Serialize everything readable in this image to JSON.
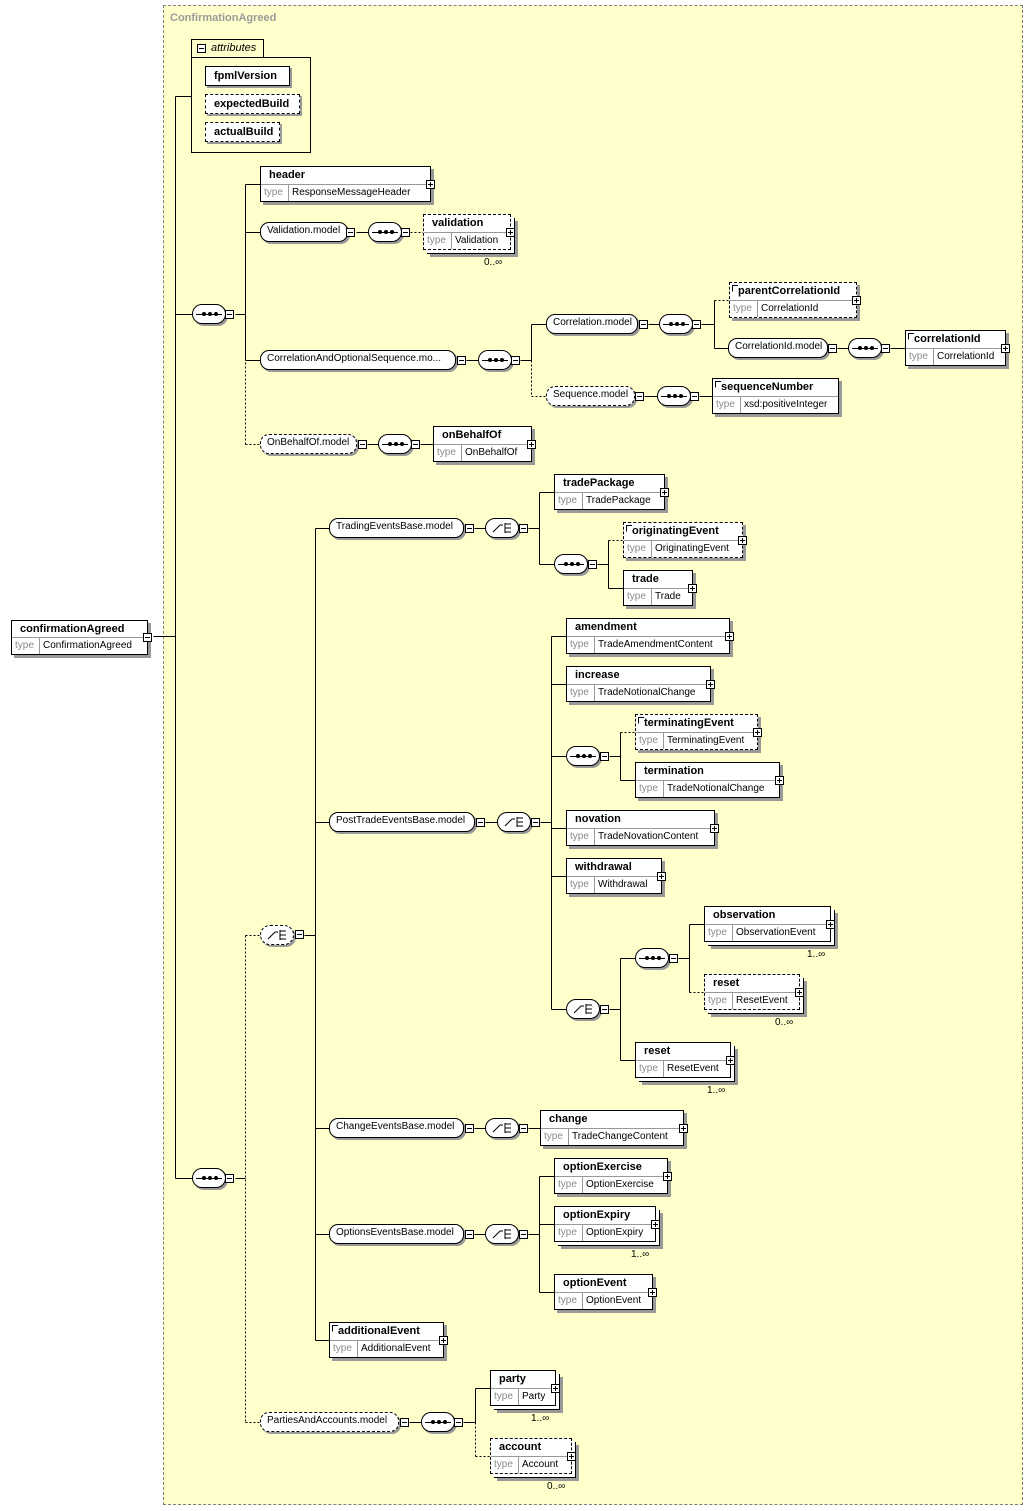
{
  "diagram": {
    "title": "ConfirmationAgreed",
    "root": {
      "name": "confirmationAgreed",
      "type_label": "type",
      "type": "ConfirmationAgreed"
    },
    "attributes": {
      "label": "attributes",
      "items": [
        {
          "name": "fpmlVersion",
          "optional": false
        },
        {
          "name": "expectedBuild",
          "optional": true
        },
        {
          "name": "actualBuild",
          "optional": true
        }
      ]
    },
    "groups": {
      "validation_model": "Validation.model",
      "correlation_optional_sequence": "CorrelationAndOptionalSequence.mo...",
      "correlation_model": "Correlation.model",
      "correlation_id_model": "CorrelationId.model",
      "sequence_model": "Sequence.model",
      "on_behalf_of_model": "OnBehalfOf.model",
      "trading_events_base": "TradingEventsBase.model",
      "post_trade_events_base": "PostTradeEventsBase.model",
      "change_events_base": "ChangeEventsBase.model",
      "options_events_base": "OptionsEventsBase.model",
      "parties_and_accounts": "PartiesAndAccounts.model"
    },
    "elements": {
      "header": {
        "name": "header",
        "type": "ResponseMessageHeader"
      },
      "validation": {
        "name": "validation",
        "type": "Validation",
        "cardinality": "0..∞"
      },
      "parentCorrelationId": {
        "name": "parentCorrelationId",
        "type": "CorrelationId"
      },
      "correlationId": {
        "name": "correlationId",
        "type": "CorrelationId"
      },
      "sequenceNumber": {
        "name": "sequenceNumber",
        "type": "xsd:positiveInteger"
      },
      "onBehalfOf": {
        "name": "onBehalfOf",
        "type": "OnBehalfOf"
      },
      "tradePackage": {
        "name": "tradePackage",
        "type": "TradePackage"
      },
      "originatingEvent": {
        "name": "originatingEvent",
        "type": "OriginatingEvent"
      },
      "trade": {
        "name": "trade",
        "type": "Trade"
      },
      "amendment": {
        "name": "amendment",
        "type": "TradeAmendmentContent"
      },
      "increase": {
        "name": "increase",
        "type": "TradeNotionalChange"
      },
      "terminatingEvent": {
        "name": "terminatingEvent",
        "type": "TerminatingEvent"
      },
      "termination": {
        "name": "termination",
        "type": "TradeNotionalChange"
      },
      "novation": {
        "name": "novation",
        "type": "TradeNovationContent"
      },
      "withdrawal": {
        "name": "withdrawal",
        "type": "Withdrawal"
      },
      "observation": {
        "name": "observation",
        "type": "ObservationEvent",
        "cardinality": "1..∞"
      },
      "reset1": {
        "name": "reset",
        "type": "ResetEvent",
        "cardinality": "0..∞"
      },
      "reset2": {
        "name": "reset",
        "type": "ResetEvent",
        "cardinality": "1..∞"
      },
      "change": {
        "name": "change",
        "type": "TradeChangeContent"
      },
      "optionExercise": {
        "name": "optionExercise",
        "type": "OptionExercise"
      },
      "optionExpiry": {
        "name": "optionExpiry",
        "type": "OptionExpiry",
        "cardinality": "1..∞"
      },
      "optionEvent": {
        "name": "optionEvent",
        "type": "OptionEvent"
      },
      "additionalEvent": {
        "name": "additionalEvent",
        "type": "AdditionalEvent"
      },
      "party": {
        "name": "party",
        "type": "Party",
        "cardinality": "1..∞"
      },
      "account": {
        "name": "account",
        "type": "Account",
        "cardinality": "0..∞"
      }
    },
    "type_label": "type"
  }
}
